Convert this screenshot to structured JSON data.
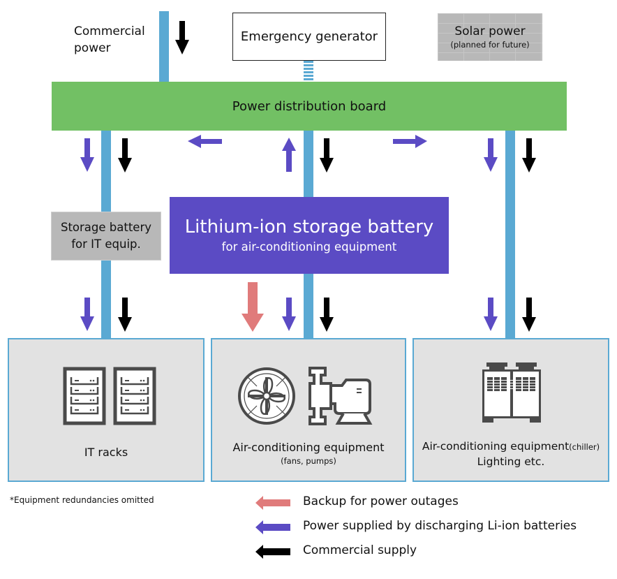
{
  "colors": {
    "bus_line": "#5aa9d3",
    "distribution_board": "#72c064",
    "li_ion_battery": "#5b4bc4",
    "gray_box": "#b8b8b8",
    "equipment_box": "#e2e2e2",
    "arrow_backup": "#e07b7b",
    "arrow_li_ion": "#5b4bc4",
    "arrow_commercial": "#000000",
    "icon_dark": "#4a4a4a"
  },
  "sources": {
    "commercial_power": {
      "line1": "Commercial",
      "line2": "power"
    },
    "emergency_generator": {
      "label": "Emergency generator"
    },
    "solar_power": {
      "label": "Solar power",
      "note": "(planned for future)"
    }
  },
  "distribution_board": {
    "label": "Power distribution board"
  },
  "storage_battery_it": {
    "line1": "Storage battery",
    "line2": "for IT equip."
  },
  "li_ion_battery": {
    "title": "Lithium-ion storage battery",
    "subtitle": "for air-conditioning equipment"
  },
  "equipment": [
    {
      "name": "it-racks",
      "label": "IT racks",
      "icon": "server-rack-icon"
    },
    {
      "name": "ac-fans-pumps",
      "label": "Air-conditioning equipment",
      "sublabel": "(fans, pumps)",
      "icon": "fan-and-pump-icon"
    },
    {
      "name": "ac-chiller-lighting",
      "label": "Air-conditioning equipment",
      "label_suffix": "(chiller)",
      "label2": "Lighting etc.",
      "icon": "chiller-icon"
    }
  ],
  "footnote": "*Equipment redundancies omitted",
  "legend": [
    {
      "label": "Backup for power outages",
      "color_key": "arrow_backup"
    },
    {
      "label": "Power supplied by discharging Li-ion batteries",
      "color_key": "arrow_li_ion"
    },
    {
      "label": "Commercial supply",
      "color_key": "arrow_commercial"
    }
  ]
}
